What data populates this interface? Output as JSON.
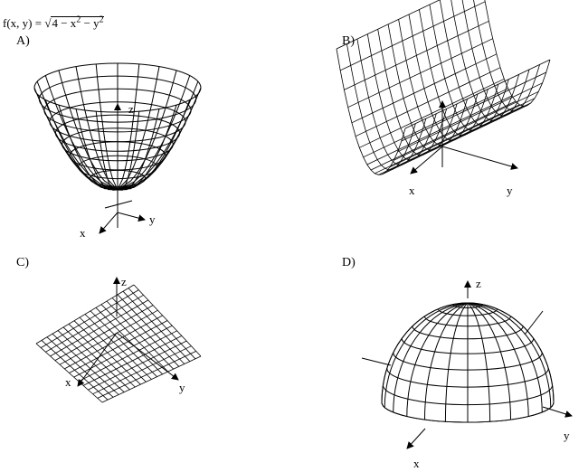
{
  "question": {
    "lhs": "f(x, y) = ",
    "sqrt_symbol": "√",
    "radicand_a": "4 − x",
    "exp1": "2",
    "radicand_b": " − y",
    "exp2": "2"
  },
  "options": [
    {
      "label": "A)",
      "axes": {
        "z": "z",
        "x": "x",
        "y": "y"
      }
    },
    {
      "label": "B)",
      "axes": {
        "x": "x",
        "y": "y"
      }
    },
    {
      "label": "C)",
      "axes": {
        "z": "z",
        "x": "x",
        "y": "y"
      }
    },
    {
      "label": "D)",
      "axes": {
        "z": "z",
        "x": "x",
        "y": "y"
      }
    }
  ]
}
